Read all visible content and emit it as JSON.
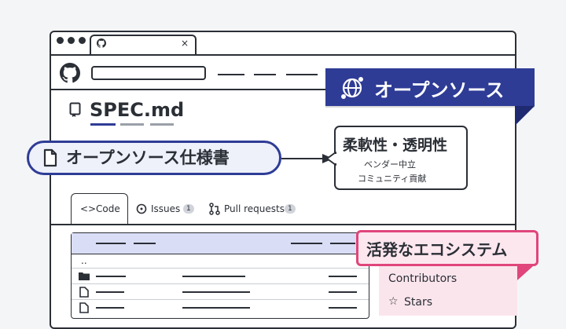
{
  "window": {
    "tab_close": "×",
    "file_title": "SPEC.md"
  },
  "callouts": {
    "banner": "オープンソース",
    "pill": "オープンソース仕様書",
    "bubble": {
      "title": "柔軟性・透明性",
      "lines": [
        "ベンダー中立",
        "コミュニティ貢献"
      ]
    },
    "pink": "活発なエコシステム"
  },
  "repo_tabs": [
    {
      "label": "Code",
      "icon": "code-icon"
    },
    {
      "label": "Issues",
      "icon": "issue-circle-icon",
      "count": "1"
    },
    {
      "label": "Pull requests",
      "icon": "pull-request-icon",
      "count": "1"
    }
  ],
  "file_table": {
    "parent_dir": ".."
  },
  "side_panel": {
    "items": [
      {
        "label": "Contributors"
      },
      {
        "label": "Stars",
        "icon": "star-icon"
      }
    ]
  },
  "colors": {
    "navy": "#2e3c96",
    "pink": "#e0457b",
    "ink": "#2b2f36"
  }
}
